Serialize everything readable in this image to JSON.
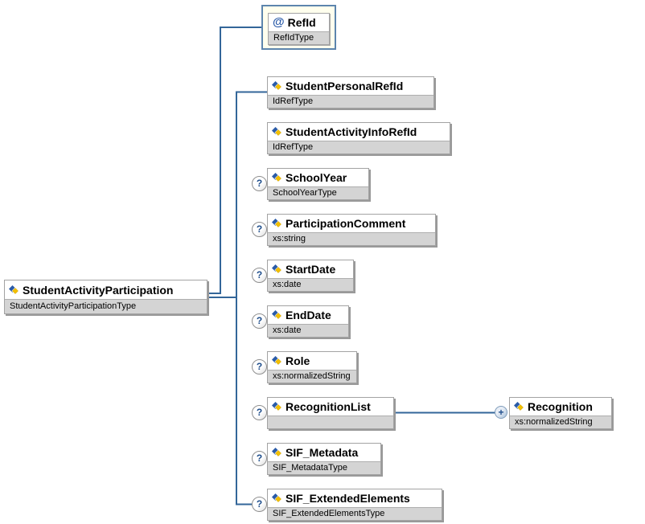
{
  "diagram": {
    "root": {
      "name": "StudentActivityParticipation",
      "type": "StudentActivityParticipationType"
    },
    "attribute": {
      "prefix": "@",
      "name": "RefId",
      "type": "RefIdType"
    },
    "children": [
      {
        "name": "StudentPersonalRefId",
        "type": "IdRefType",
        "optional": false
      },
      {
        "name": "StudentActivityInfoRefId",
        "type": "IdRefType",
        "optional": false
      },
      {
        "name": "SchoolYear",
        "type": "SchoolYearType",
        "optional": true
      },
      {
        "name": "ParticipationComment",
        "type": "xs:string",
        "optional": true
      },
      {
        "name": "StartDate",
        "type": "xs:date",
        "optional": true
      },
      {
        "name": "EndDate",
        "type": "xs:date",
        "optional": true
      },
      {
        "name": "Role",
        "type": "xs:normalizedString",
        "optional": true
      },
      {
        "name": "RecognitionList",
        "type": "",
        "optional": true
      },
      {
        "name": "SIF_Metadata",
        "type": "SIF_MetadataType",
        "optional": true
      },
      {
        "name": "SIF_ExtendedElements",
        "type": "SIF_ExtendedElementsType",
        "optional": true
      }
    ],
    "grandchild": {
      "name": "Recognition",
      "type": "xs:normalizedString",
      "parent": "RecognitionList"
    },
    "badges": {
      "optional": "?",
      "repeat": "+"
    },
    "colors": {
      "connector": "#336699",
      "type_row_bg": "#d4d4d4",
      "box_border": "#a3a3a3",
      "box_shadow": "#999999",
      "attribute_bg": "#ffffee",
      "attribute_border": "#5d85ad",
      "icon_blue": "#2a5ba8",
      "icon_yellow": "#f3c000",
      "badge_text": "#1f4e8c"
    }
  }
}
